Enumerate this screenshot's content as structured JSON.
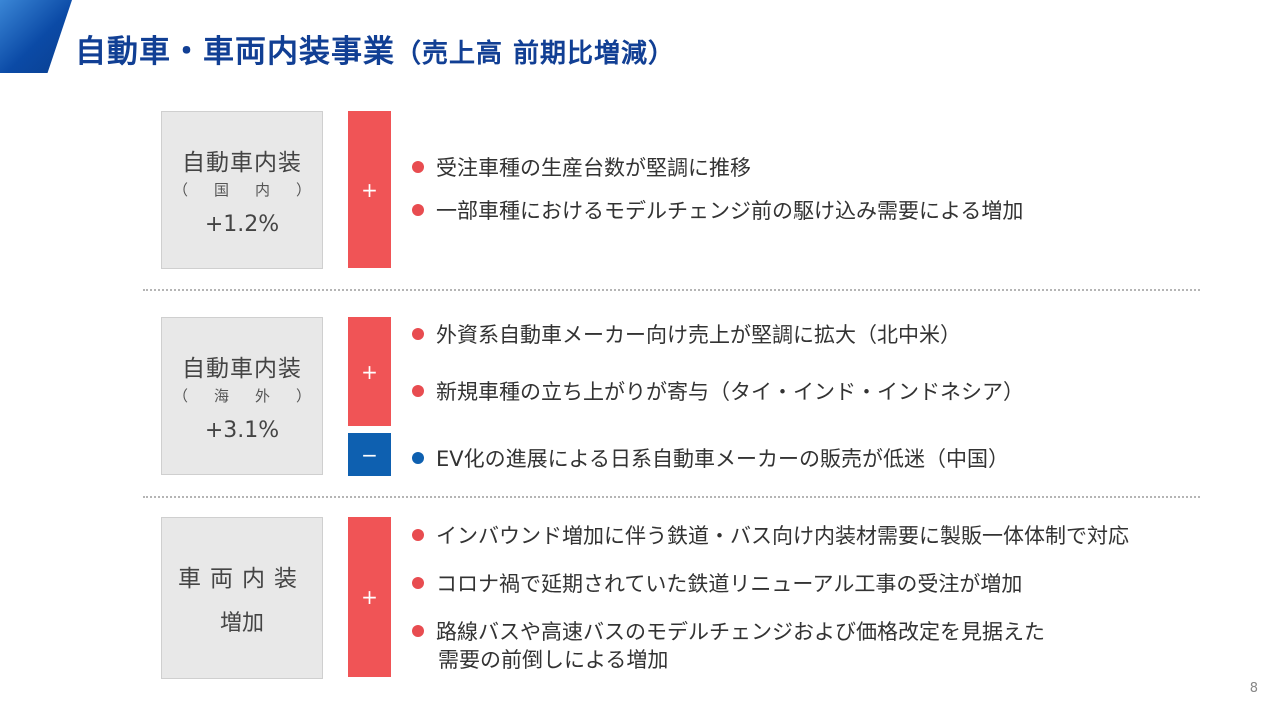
{
  "header": {
    "title": "自動車・車両内装事業",
    "subtitle": "（売上高 前期比増減）"
  },
  "sections": [
    {
      "label": "自動車内装",
      "region_chars": [
        "（",
        "国",
        "内",
        "）"
      ],
      "value": "+1.2%",
      "plus_sign": "+",
      "bullets": [
        "受注車種の生産台数が堅調に推移",
        "一部車種におけるモデルチェンジ前の駆け込み需要による増加"
      ]
    },
    {
      "label": "自動車内装",
      "region_chars": [
        "（",
        "海",
        "外",
        "）"
      ],
      "value": "+3.1%",
      "plus_sign": "+",
      "minus_sign": "−",
      "plus_bullets": [
        "外資系自動車メーカー向け売上が堅調に拡大（北中米）",
        "新規車種の立ち上がりが寄与（タイ・インド・インドネシア）"
      ],
      "minus_bullets": [
        "EV化の進展による日系自動車メーカーの販売が低迷（中国）"
      ]
    },
    {
      "label": "車両内装",
      "value": "増加",
      "plus_sign": "+",
      "bullets": [
        "インバウンド増加に伴う鉄道・バス向け内装材需要に製販一体体制で対応",
        "コロナ禍で延期されていた鉄道リニューアル工事の受注が増加",
        "路線バスや高速バスのモデルチェンジおよび価格改定を見据えた",
        "需要の前倒しによる増加"
      ]
    }
  ],
  "colors": {
    "title": "#113f94",
    "plus": "#f05456",
    "minus": "#0e60b0",
    "label_bg": "#e8e8e8"
  },
  "page_number": "8"
}
